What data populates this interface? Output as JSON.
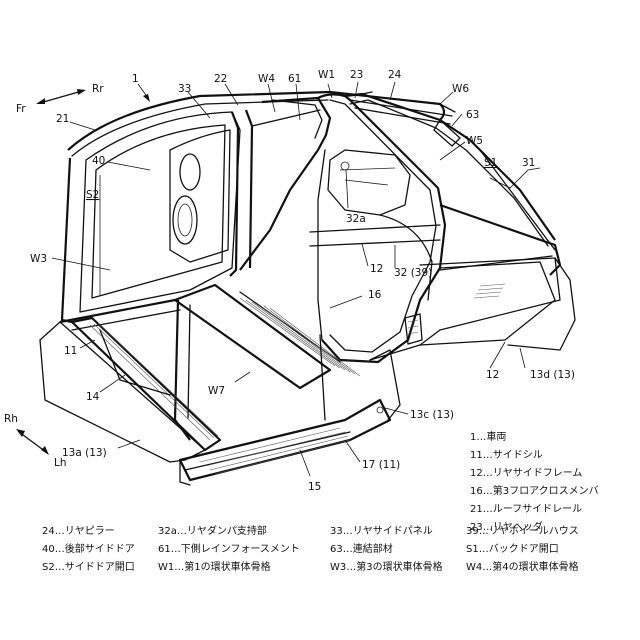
{
  "labels": {
    "fig1": "1",
    "fr": "Fr",
    "rr": "Rr",
    "rh": "Rh",
    "lh": "Lh",
    "l21": "21",
    "l40": "40",
    "s2": "S2",
    "w3": "W3",
    "l11": "11",
    "l14": "14",
    "l13a": "13a (13)",
    "l33": "33",
    "l22": "22",
    "w4": "W4",
    "l61": "61",
    "w1": "W1",
    "l23": "23",
    "l24": "24",
    "w6": "W6",
    "l63": "63",
    "w5": "W5",
    "s1": "S1",
    "l31": "31",
    "l32a": "32a",
    "l12a": "12",
    "l3239": "32 (39)",
    "l16": "16",
    "w7": "W7",
    "l13c": "13c (13)",
    "l12b": "12",
    "l13d": "13d (13)",
    "l17": "17 (11)",
    "l15": "15"
  },
  "legend": [
    "1…車両",
    "11…サイドシル",
    "12…リヤサイドフレーム",
    "16…第3フロアクロスメンバ",
    "21…ルーフサイドレール",
    "23…リヤヘッダ",
    "24…リヤピラー",
    "32a…リヤダンパ支持部",
    "33…リヤサイドパネル",
    "39…リヤホイールハウス",
    "40…後部サイドドア",
    "61…下側レインフォースメント",
    "63…連結部材",
    "S1…バックドア開口",
    "S2…サイドドア開口",
    "W1…第1の環状車体骨格",
    "W3…第3の環状車体骨格",
    "W4…第4の環状車体骨格"
  ]
}
